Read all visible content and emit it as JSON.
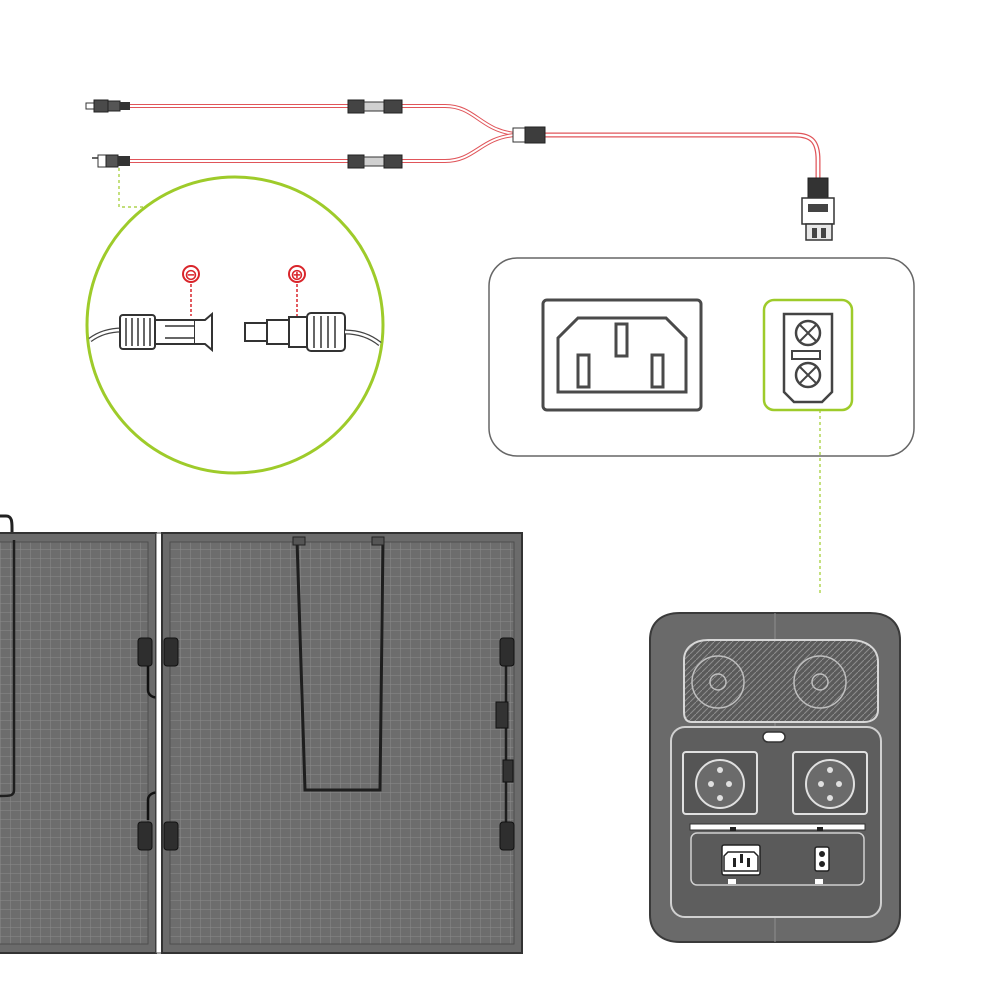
{
  "diagram": {
    "connectors": {
      "negative_symbol": "⊖",
      "positive_symbol": "⊕"
    },
    "colors": {
      "accent_green": "#9ecb2a",
      "cable_red": "#e0555a",
      "polarity_red": "#d9252b",
      "panel_gray": "#6b6b6b",
      "outline_dark": "#3a3a3a"
    },
    "icons": {
      "cable": "y-branch-cable",
      "zoom": "mc4-connector-zoom",
      "port_panel": "ac-and-solar-port-panel",
      "solar_panel": "foldable-solar-panel",
      "power_station": "portable-power-station"
    }
  }
}
